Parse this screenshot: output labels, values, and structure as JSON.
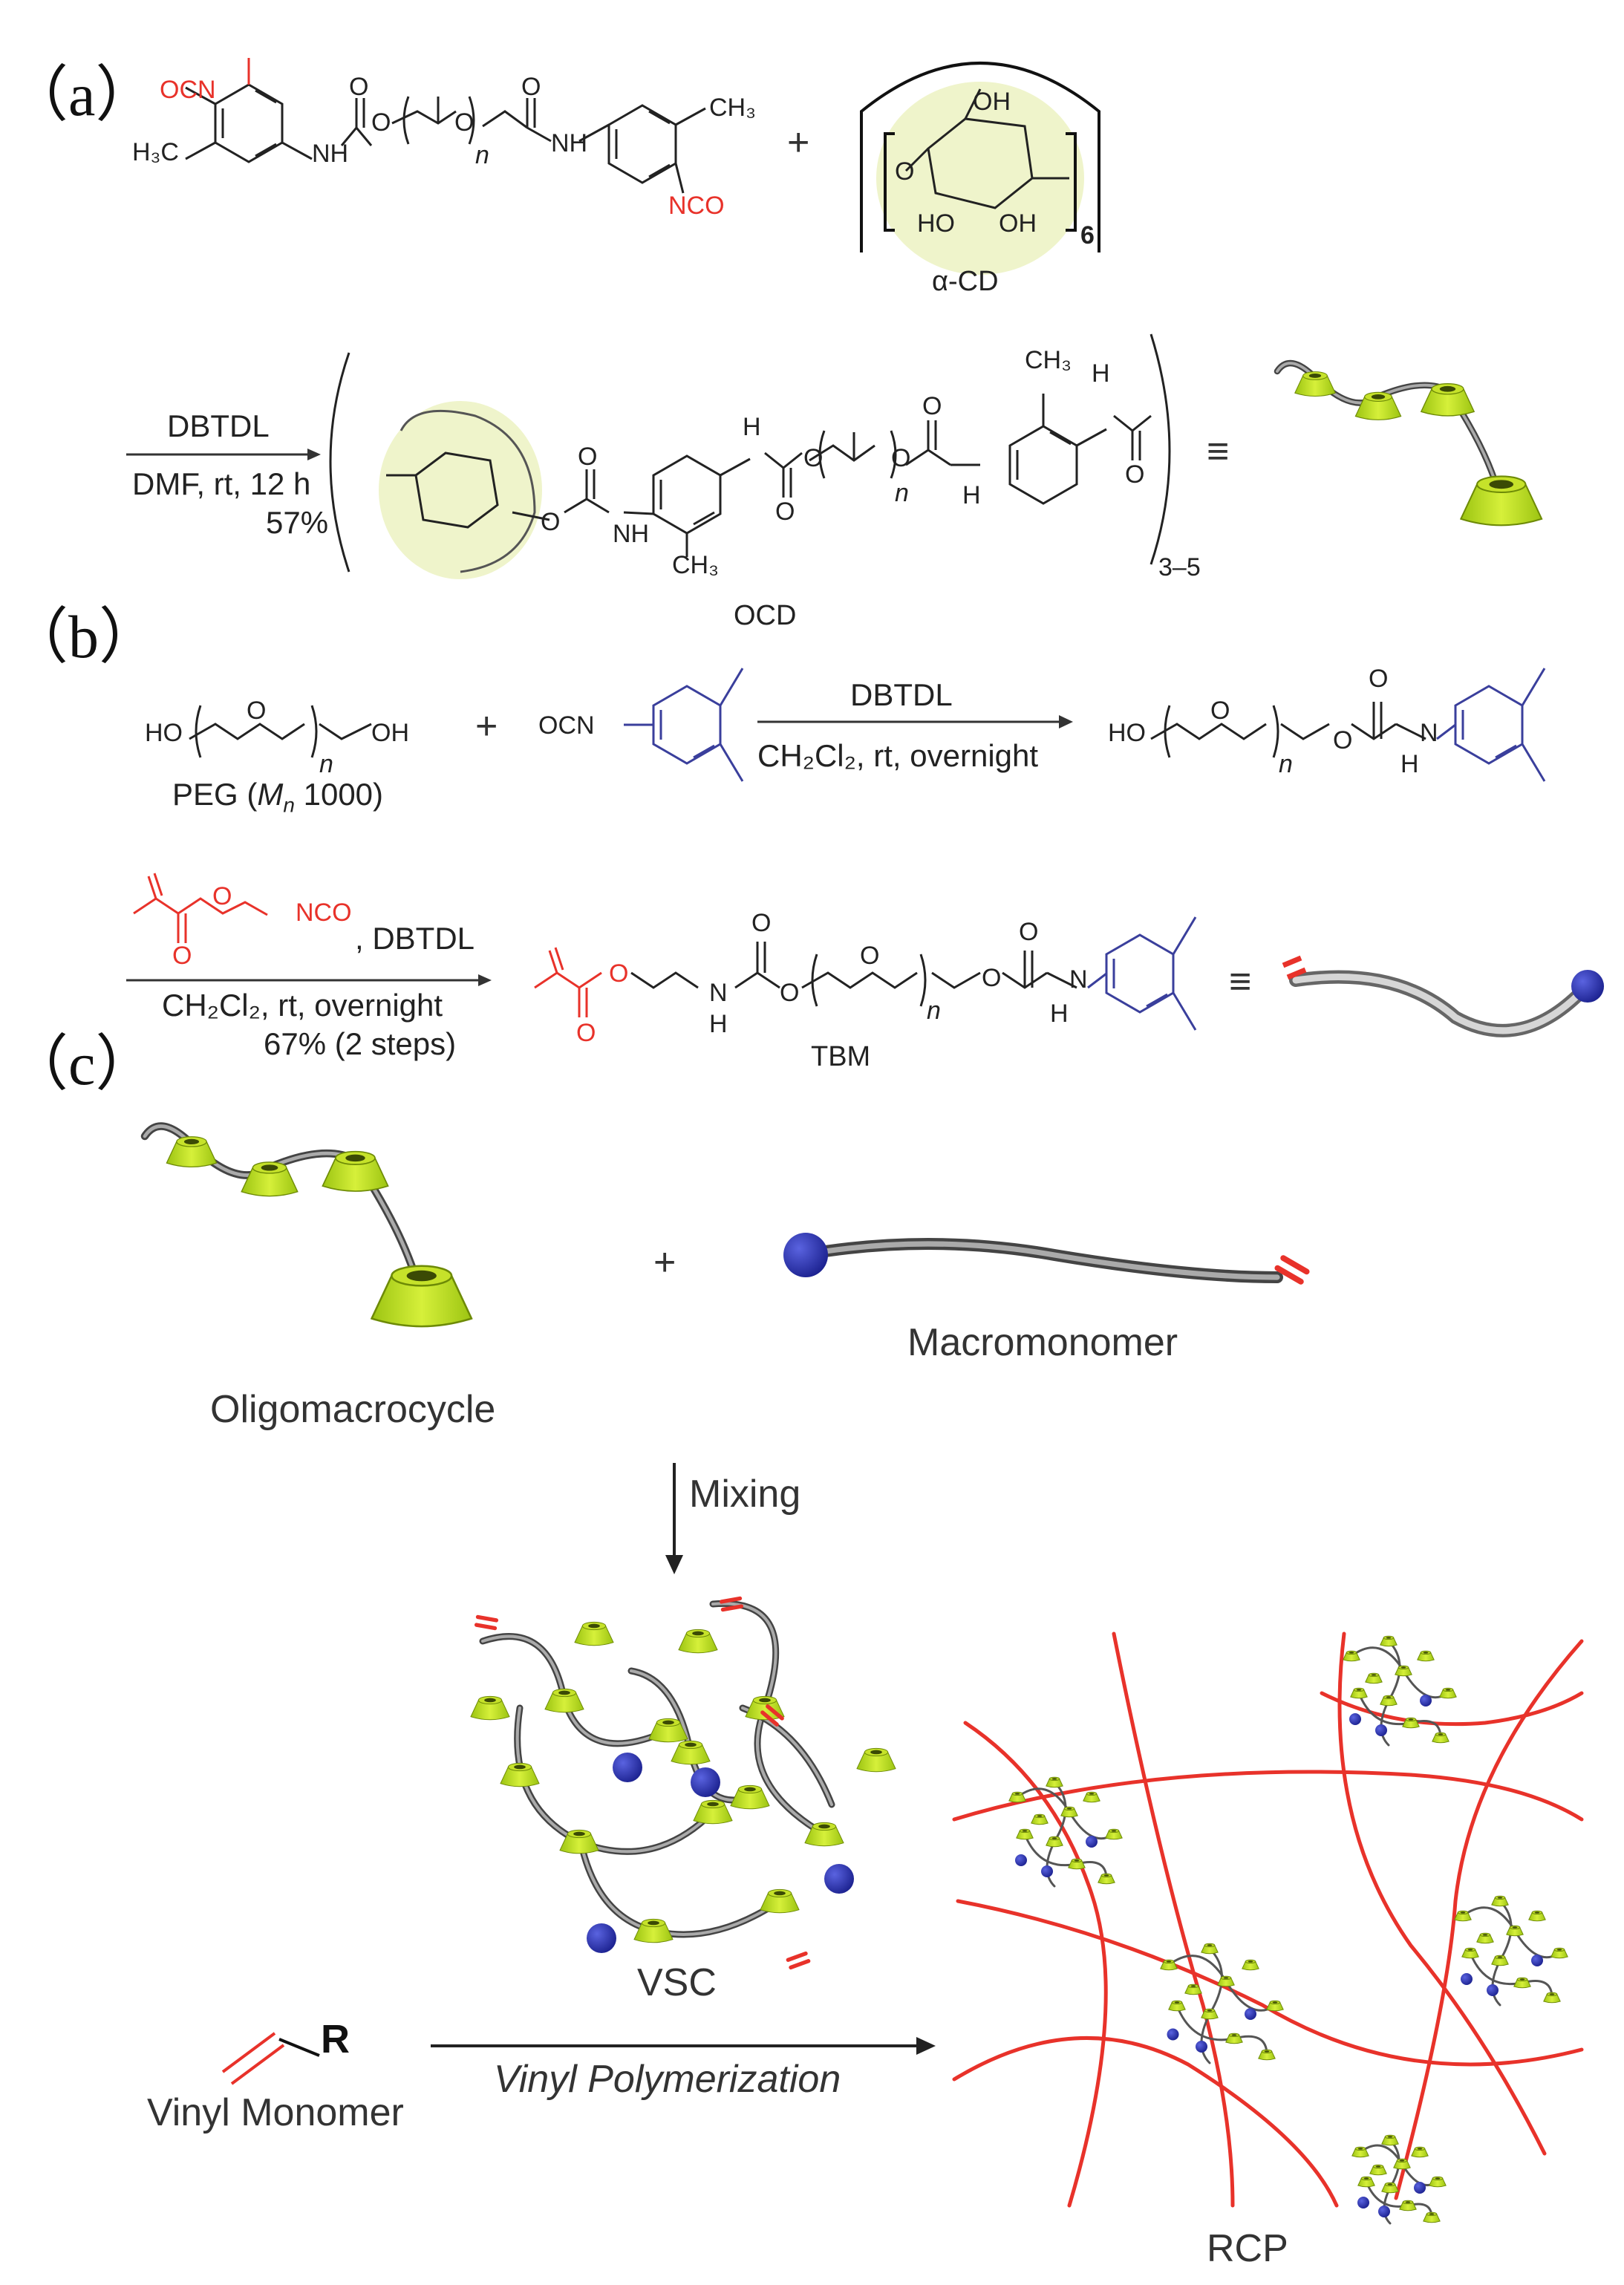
{
  "panels": {
    "a": "（a）",
    "b": "（b）",
    "c": "（c）"
  },
  "panel_a": {
    "ocn": "OCN",
    "h3c": "H₃C",
    "nh": "NH",
    "o": "O",
    "n": "n",
    "h": "H",
    "ch3": "CH₃",
    "nco": "NCO",
    "plus": "+",
    "oh": "OH",
    "ho": "HO",
    "six": "6",
    "acd_label": "α-CD",
    "cond_top": "DBTDL",
    "cond_bottom_1": "DMF, rt, 12 h",
    "cond_bottom_2": "57%",
    "repeat": "3–5",
    "equiv": "≡",
    "product_label": "OCD"
  },
  "panel_b": {
    "ho": "HO",
    "oh": "OH",
    "o": "O",
    "n": "n",
    "peg_label": "PEG (",
    "peg_mn": "M",
    "peg_mn_sub": "n",
    "peg_rest": " 1000)",
    "plus": "+",
    "ocn": "OCN",
    "nh": "N",
    "h": "H",
    "cond1_top": "DBTDL",
    "cond1_bottom": "CH₂Cl₂, rt, overnight",
    "reagent_nco": "NCO",
    "cond2_top": ", DBTDL",
    "cond2_bottom_1": "CH₂Cl₂, rt, overnight",
    "cond2_bottom_2": "67% (2 steps)",
    "equiv": "≡",
    "product_label": "TBM"
  },
  "panel_c": {
    "plus": "+",
    "oligo_label": "Oligomacrocycle",
    "macro_label": "Macromonomer",
    "mixing": "Mixing",
    "vsc_label": "VSC",
    "vinyl_r": "R",
    "vinyl_label": "Vinyl Monomer",
    "poly_label": "Vinyl Polymerization",
    "rcp_label": "RCP"
  },
  "colors": {
    "accent_red": "#e8322a",
    "cd_green": "#c6e22a",
    "end_blue": "#2b33b4",
    "chain_gray": "#9a9a9a",
    "aryl_blue": "#3a3f9c",
    "cd_shade": "#eef3c8"
  }
}
